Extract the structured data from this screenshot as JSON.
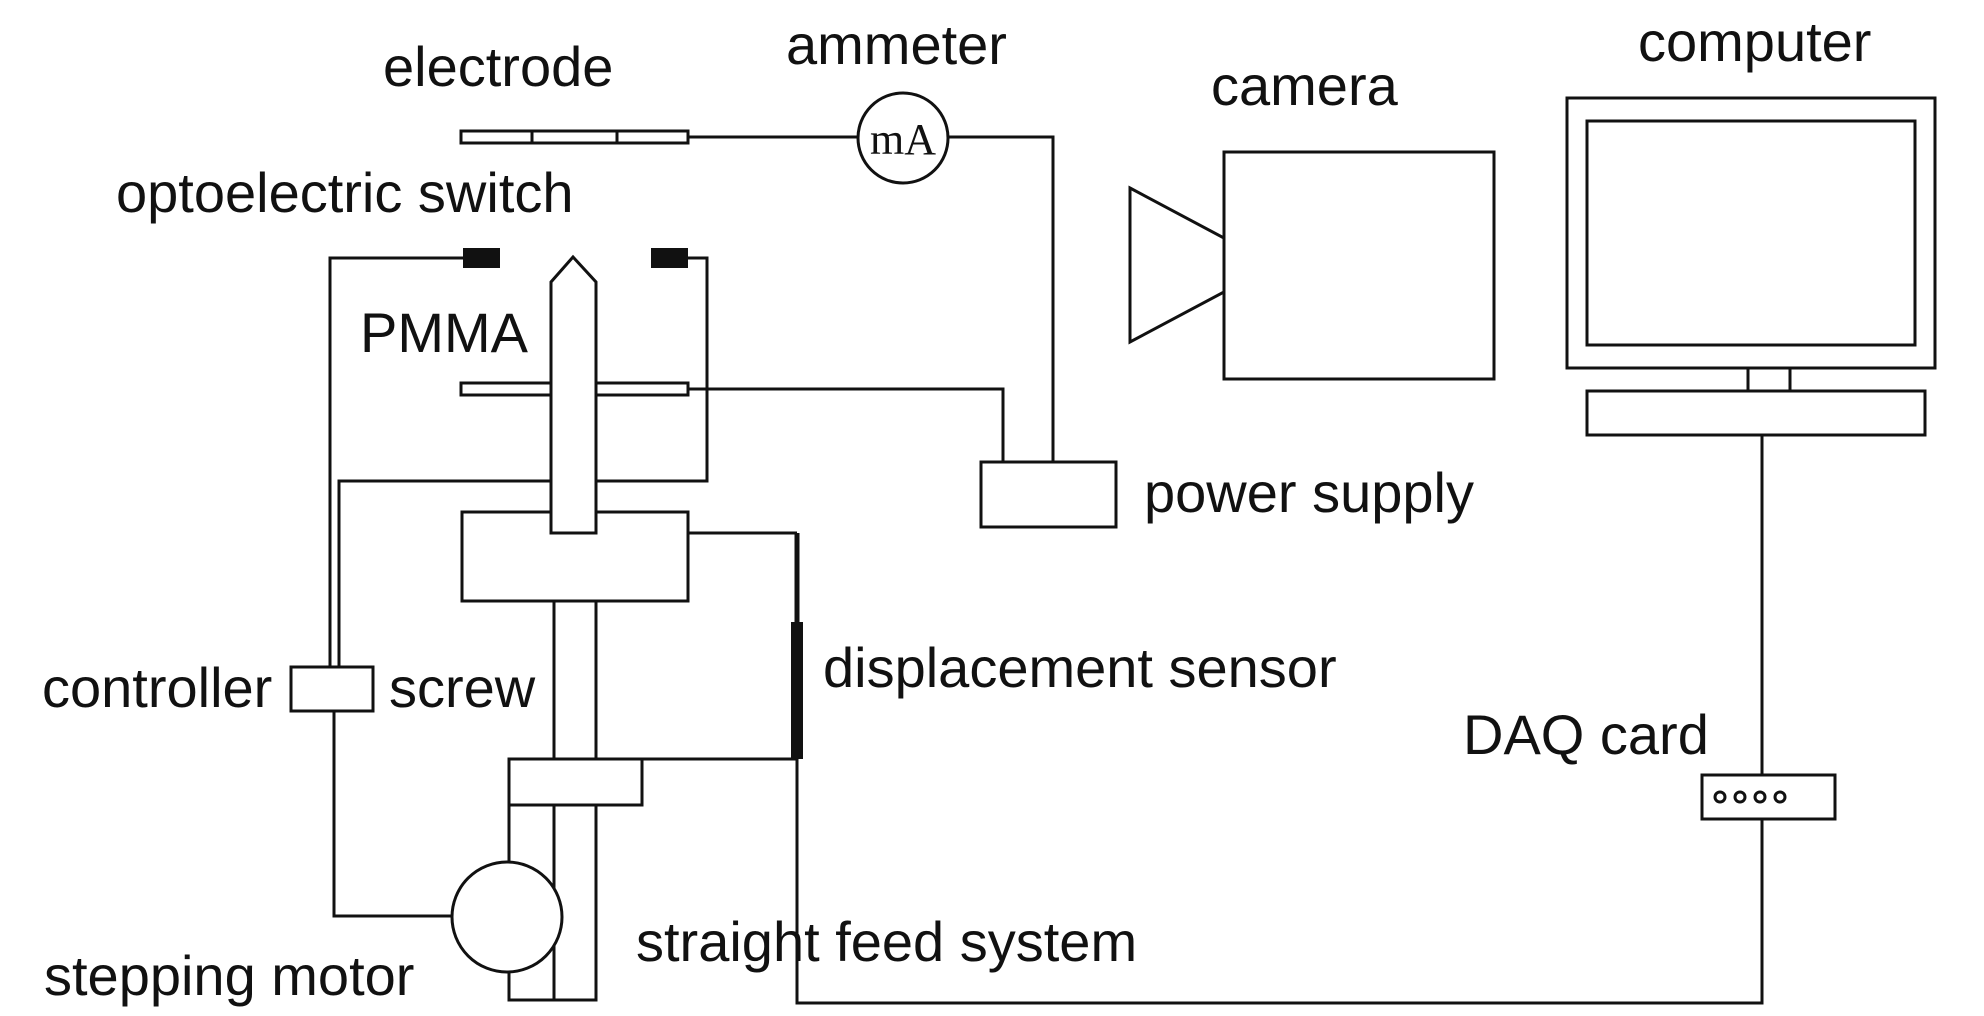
{
  "labels": {
    "electrode": "electrode",
    "ammeter": "ammeter",
    "ammeter_symbol": "mA",
    "camera": "camera",
    "computer": "computer",
    "optoelectric_switch": "optoelectric switch",
    "pmma": "PMMA",
    "power_supply": "power supply",
    "controller": "controller",
    "screw": "screw",
    "displacement_sensor": "displacement sensor",
    "daq_card": "DAQ card",
    "stepping_motor": "stepping motor",
    "straight_feed_system": "straight feed system"
  },
  "colors": {
    "line": "#111111",
    "background": "#ffffff"
  }
}
